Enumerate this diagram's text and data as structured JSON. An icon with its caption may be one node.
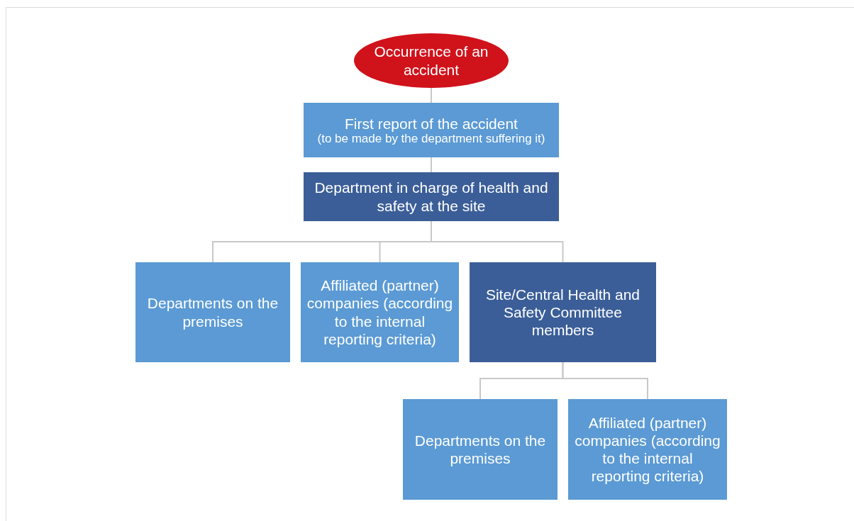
{
  "diagram": {
    "nodes": [
      {
        "text": [
          "Occurrence of an accident"
        ]
      },
      {
        "text": [
          "First report of the accident",
          "(to be made by the department suffering it)"
        ]
      },
      {
        "text": [
          "Department in charge of health and safety at the site"
        ]
      },
      {
        "text": [
          "Departments on the premises"
        ]
      },
      {
        "text": [
          "Affiliated (partner) companies (according to the internal reporting criteria)"
        ]
      },
      {
        "text": [
          "Site/Central Health and Safety Committee members"
        ]
      },
      {
        "text": [
          "Departments on the premises"
        ]
      },
      {
        "text": [
          "Affiliated (partner) companies (according to the internal reporting criteria)"
        ]
      }
    ],
    "edges": [
      {
        "from": 0,
        "to": 1,
        "arrow": "none"
      },
      {
        "from": 1,
        "to": 2,
        "arrow": "none"
      },
      {
        "from": 2,
        "to": 3,
        "arrow": "none"
      },
      {
        "from": 2,
        "to": 4,
        "arrow": "none"
      },
      {
        "from": 2,
        "to": 5,
        "arrow": "none"
      },
      {
        "from": 5,
        "to": 6,
        "arrow": "none"
      },
      {
        "from": 5,
        "to": 7,
        "arrow": "none"
      }
    ]
  }
}
